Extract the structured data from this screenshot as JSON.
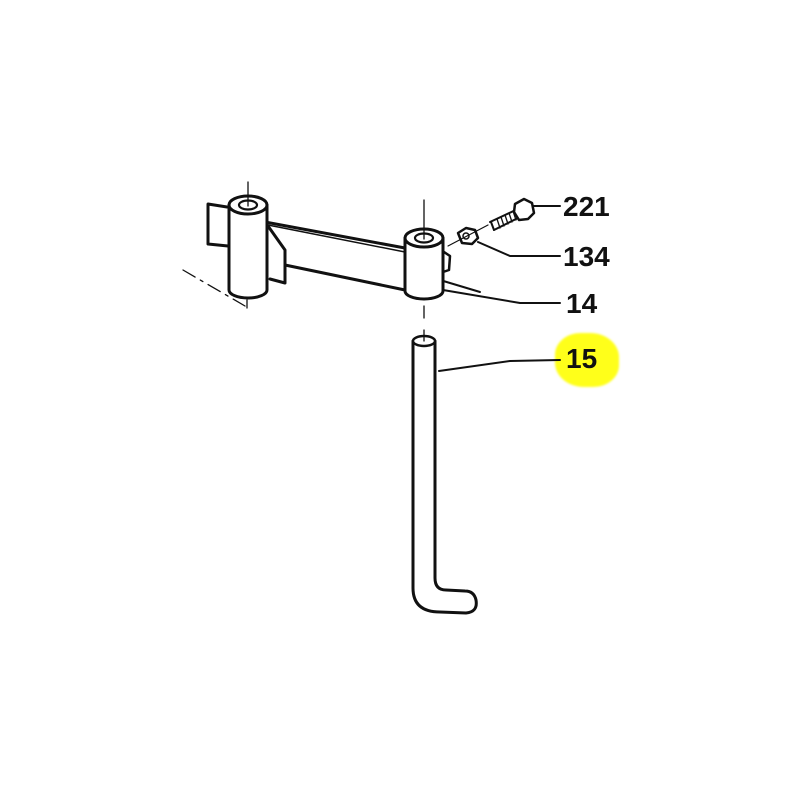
{
  "diagram": {
    "type": "exploded-parts-view",
    "callouts": [
      {
        "number": "221",
        "part": "bolt",
        "highlighted": false
      },
      {
        "number": "134",
        "part": "nut",
        "highlighted": false
      },
      {
        "number": "14",
        "part": "bracket-arm-with-sleeves",
        "highlighted": false
      },
      {
        "number": "15",
        "part": "L-shaped-rod",
        "highlighted": true
      }
    ],
    "highlight_color": "#ffff1a",
    "line_color": "#111111"
  }
}
